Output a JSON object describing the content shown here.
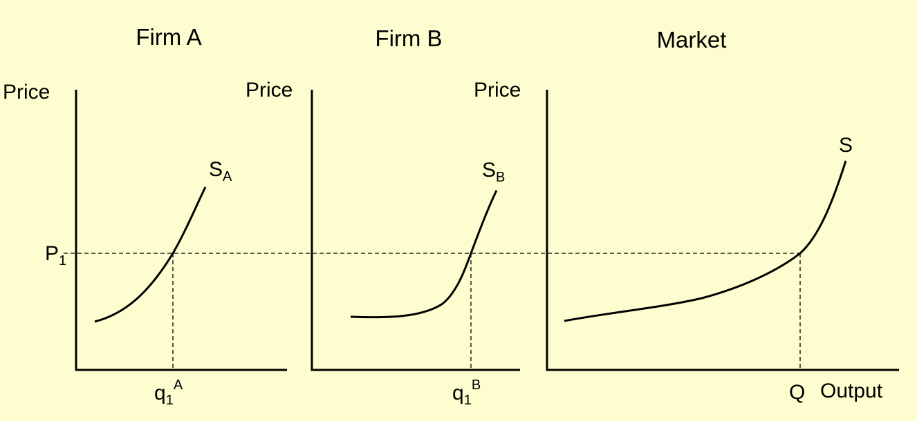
{
  "colors": {
    "background": "#fdfdcf",
    "ink": "#000000"
  },
  "panels": [
    {
      "title": "Firm A",
      "y_axis_label": "Price",
      "curve_label_main": "S",
      "curve_label_sub": "A",
      "quantity_label_main": "q",
      "quantity_label_sub": "1",
      "quantity_label_sup": "A"
    },
    {
      "title": "Firm B",
      "y_axis_label": "Price",
      "curve_label_main": "S",
      "curve_label_sub": "B",
      "quantity_label_main": "q",
      "quantity_label_sub": "1",
      "quantity_label_sup": "B"
    },
    {
      "title": "Market",
      "y_axis_label": "Price",
      "curve_label_main": "S",
      "quantity_label_main": "Q",
      "x_axis_label": "Output"
    }
  ],
  "price_level": {
    "label_main": "P",
    "label_sub": "1"
  }
}
